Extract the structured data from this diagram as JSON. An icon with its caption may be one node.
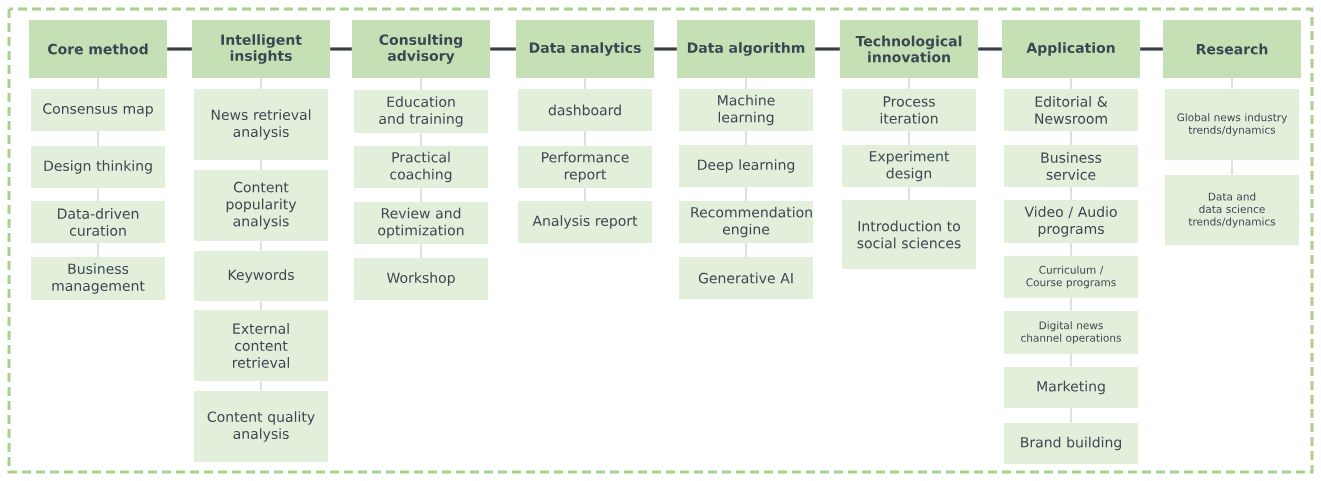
{
  "diagram": {
    "nodes": [
      {
        "text": [
          "Core method"
        ]
      },
      {
        "text": [
          "Consensus map"
        ]
      },
      {
        "text": [
          "Design thinking"
        ]
      },
      {
        "text": [
          "Data-driven curation"
        ]
      },
      {
        "text": [
          "Business management"
        ]
      },
      {
        "text": [
          "Intelligent insights"
        ]
      },
      {
        "text": [
          "News retrieval analysis"
        ]
      },
      {
        "text": [
          "Content popularity analysis"
        ]
      },
      {
        "text": [
          "Keywords"
        ]
      },
      {
        "text": [
          "External content retrieval"
        ]
      },
      {
        "text": [
          "Content quality analysis"
        ]
      },
      {
        "text": [
          "Consulting advisory"
        ]
      },
      {
        "text": [
          "Education and training"
        ]
      },
      {
        "text": [
          "Practical coaching"
        ]
      },
      {
        "text": [
          "Review and optimization"
        ]
      },
      {
        "text": [
          "Workshop"
        ]
      },
      {
        "text": [
          "Data analytics"
        ]
      },
      {
        "text": [
          "dashboard"
        ]
      },
      {
        "text": [
          "Performance report"
        ]
      },
      {
        "text": [
          "Analysis report"
        ]
      },
      {
        "text": [
          "Data algorithm"
        ]
      },
      {
        "text": [
          "Machine learning"
        ]
      },
      {
        "text": [
          "Deep learning"
        ]
      },
      {
        "text": [
          "Recommendation engine"
        ]
      },
      {
        "text": [
          "Generative AI"
        ]
      },
      {
        "text": [
          "Technological innovation"
        ]
      },
      {
        "text": [
          "Process iteration"
        ]
      },
      {
        "text": [
          "Experiment design"
        ]
      },
      {
        "text": [
          "Introduction to social sciences"
        ]
      },
      {
        "text": [
          "Application"
        ]
      },
      {
        "text": [
          "Editorial & Newsroom"
        ]
      },
      {
        "text": [
          "Business service"
        ]
      },
      {
        "text": [
          "Video / Audio programs"
        ]
      },
      {
        "text": [
          "Curriculum / Course programs"
        ]
      },
      {
        "text": [
          "Digital news channel operations"
        ]
      },
      {
        "text": [
          "Marketing"
        ]
      },
      {
        "text": [
          "Brand building"
        ]
      },
      {
        "text": [
          "Research"
        ]
      },
      {
        "text": [
          "Global news industry trends/dynamics"
        ]
      },
      {
        "text": [
          "Data and data science trends/dynamics"
        ]
      }
    ],
    "edges": [
      {
        "from": 0,
        "to": 5,
        "arrow": "none",
        "style": "thick",
        "color": "#3a4047"
      },
      {
        "from": 5,
        "to": 11,
        "arrow": "none",
        "style": "thick",
        "color": "#3a4047"
      },
      {
        "from": 11,
        "to": 16,
        "arrow": "none",
        "style": "thick",
        "color": "#3a4047"
      },
      {
        "from": 16,
        "to": 20,
        "arrow": "none",
        "style": "thick",
        "color": "#3a4047"
      },
      {
        "from": 20,
        "to": 25,
        "arrow": "none",
        "style": "thick",
        "color": "#3a4047"
      },
      {
        "from": 25,
        "to": 29,
        "arrow": "none",
        "style": "thick",
        "color": "#3a4047"
      },
      {
        "from": 29,
        "to": 37,
        "arrow": "none",
        "style": "thick",
        "color": "#3a4047"
      },
      {
        "from": 0,
        "to": 1,
        "arrow": "none"
      },
      {
        "from": 1,
        "to": 2,
        "arrow": "none"
      },
      {
        "from": 2,
        "to": 3,
        "arrow": "none"
      },
      {
        "from": 3,
        "to": 4,
        "arrow": "none"
      },
      {
        "from": 5,
        "to": 6,
        "arrow": "none"
      },
      {
        "from": 6,
        "to": 7,
        "arrow": "none"
      },
      {
        "from": 7,
        "to": 8,
        "arrow": "none"
      },
      {
        "from": 8,
        "to": 9,
        "arrow": "none"
      },
      {
        "from": 9,
        "to": 10,
        "arrow": "none"
      },
      {
        "from": 11,
        "to": 12,
        "arrow": "none"
      },
      {
        "from": 12,
        "to": 13,
        "arrow": "none"
      },
      {
        "from": 13,
        "to": 14,
        "arrow": "none"
      },
      {
        "from": 14,
        "to": 15,
        "arrow": "none"
      },
      {
        "from": 16,
        "to": 17,
        "arrow": "none"
      },
      {
        "from": 17,
        "to": 18,
        "arrow": "none"
      },
      {
        "from": 18,
        "to": 19,
        "arrow": "none"
      },
      {
        "from": 20,
        "to": 21,
        "arrow": "none"
      },
      {
        "from": 21,
        "to": 22,
        "arrow": "none"
      },
      {
        "from": 22,
        "to": 23,
        "arrow": "none"
      },
      {
        "from": 23,
        "to": 24,
        "arrow": "none"
      },
      {
        "from": 25,
        "to": 26,
        "arrow": "none"
      },
      {
        "from": 26,
        "to": 27,
        "arrow": "none"
      },
      {
        "from": 27,
        "to": 28,
        "arrow": "none"
      },
      {
        "from": 29,
        "to": 30,
        "arrow": "none"
      },
      {
        "from": 30,
        "to": 31,
        "arrow": "none"
      },
      {
        "from": 31,
        "to": 32,
        "arrow": "none"
      },
      {
        "from": 32,
        "to": 33,
        "arrow": "none"
      },
      {
        "from": 33,
        "to": 34,
        "arrow": "none"
      },
      {
        "from": 34,
        "to": 35,
        "arrow": "none"
      },
      {
        "from": 35,
        "to": 36,
        "arrow": "none"
      },
      {
        "from": 37,
        "to": 38,
        "arrow": "none"
      },
      {
        "from": 38,
        "to": 39,
        "arrow": "none"
      }
    ]
  }
}
